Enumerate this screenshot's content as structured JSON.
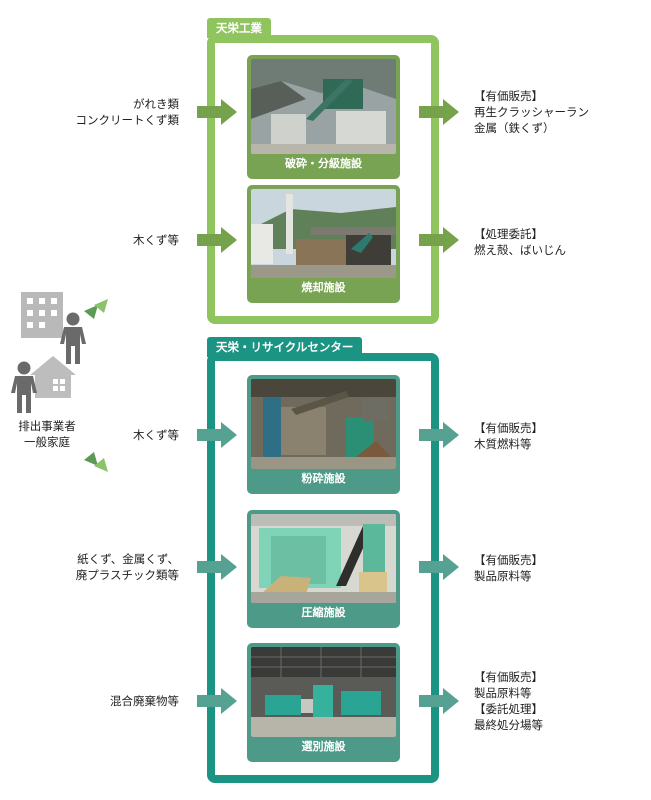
{
  "source": {
    "label_line1": "排出事業者",
    "label_line2": "一般家庭"
  },
  "groups": [
    {
      "name": "天栄工業",
      "color": "#90c45e",
      "facilities": [
        {
          "name": "破砕・分級施設",
          "inputs": [
            "がれき類",
            "コンクリートくず類"
          ],
          "outputs": [
            "【有価販売】",
            "再生クラッシャーラン",
            "金属（鉄くず）"
          ]
        },
        {
          "name": "焼却施設",
          "inputs": [
            "木くず等"
          ],
          "outputs": [
            "【処理委託】",
            "燃え殻、ばいじん"
          ]
        }
      ]
    },
    {
      "name": "天栄・リサイクルセンター",
      "color": "#1b9484",
      "facilities": [
        {
          "name": "粉砕施設",
          "inputs": [
            "木くず等"
          ],
          "outputs": [
            "【有価販売】",
            "木質燃料等"
          ]
        },
        {
          "name": "圧縮施設",
          "inputs": [
            "紙くず、金属くず、",
            "廃プラスチック類等"
          ],
          "outputs": [
            "【有価販売】",
            "製品原料等"
          ]
        },
        {
          "name": "選別施設",
          "inputs": [
            "混合廃棄物等"
          ],
          "outputs": [
            "【有価販売】",
            "製品原料等",
            "【委託処理】",
            "最終処分場等"
          ]
        }
      ]
    }
  ]
}
